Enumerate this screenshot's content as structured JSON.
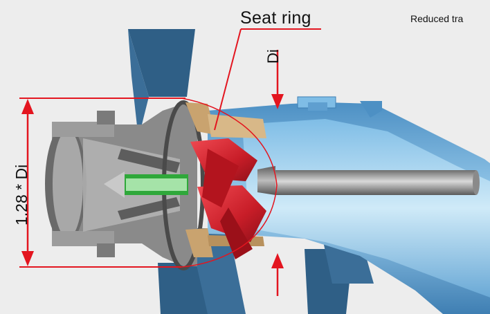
{
  "labels": {
    "seat_ring": "Seat ring",
    "reduced_text": "Reduced tra",
    "di": "Di",
    "ratio": "1.28 * Di"
  },
  "colors": {
    "background": "#ededed",
    "duct_blue": "#2f5f86",
    "housing_blue": "#6fb2dc",
    "impeller_red": "#d8232f",
    "metal_grey": "#8a8a8a",
    "seat_ring_tan": "#c9a36f",
    "annotation_red": "#e3151f",
    "hub_green": "#2fa83a"
  },
  "icons": [
    "dimension-arrow",
    "leader-line"
  ]
}
